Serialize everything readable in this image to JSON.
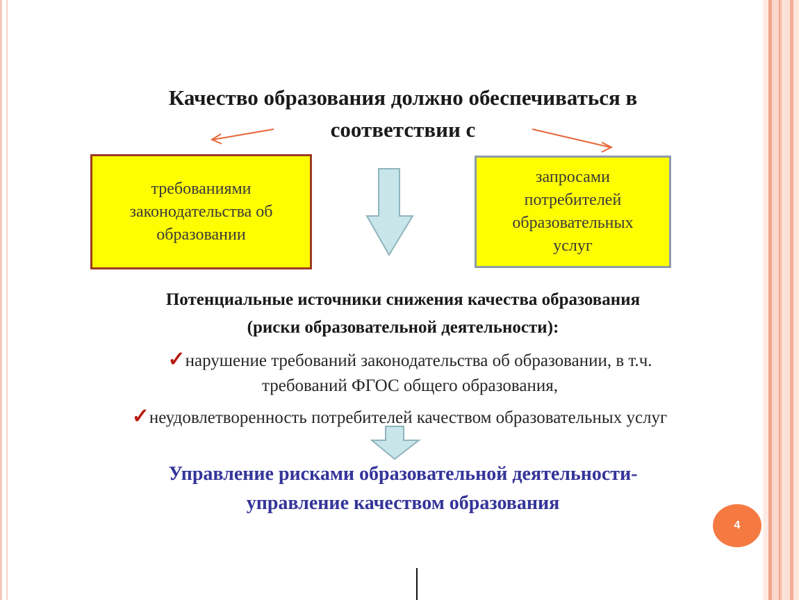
{
  "slide": {
    "title": "Качество образования должно обеспечиваться в соответствии с",
    "box_left": {
      "lines": [
        "требованиями",
        "законодательства об",
        "образовании"
      ]
    },
    "box_right": {
      "lines": [
        "запросами",
        "потребителей",
        "образовательных",
        "услуг"
      ]
    },
    "heading_lines": [
      "Потенциальные источники снижения качества образования",
      "(риски образовательной деятельности):"
    ],
    "bullets": [
      {
        "line1": "нарушение требований законодательства об образовании, в т.ч.",
        "line2": "требований ФГОС общего образования,"
      },
      {
        "line1": "неудовлетворенность потребителей качеством образовательных услуг"
      }
    ],
    "check_glyph": "✓",
    "conclusion_lines": [
      "Управление рисками образовательной деятельности-",
      "управление качеством образования"
    ],
    "page_number": "4"
  },
  "colors": {
    "box_fill": "#fffe00",
    "box_left_border": "#9b3a1f",
    "box_right_border": "#8e9aa8",
    "down_arrow_fill": "#c8e6ea",
    "pointer_arrow": "#e8663a",
    "conclusion_text": "#34349a",
    "check_mark": "#b8180e",
    "page_badge": "#f57a42"
  },
  "icons": [
    "left-pointer-arrow",
    "right-pointer-arrow",
    "down-arrow-large",
    "down-arrow-small",
    "check-icon"
  ]
}
